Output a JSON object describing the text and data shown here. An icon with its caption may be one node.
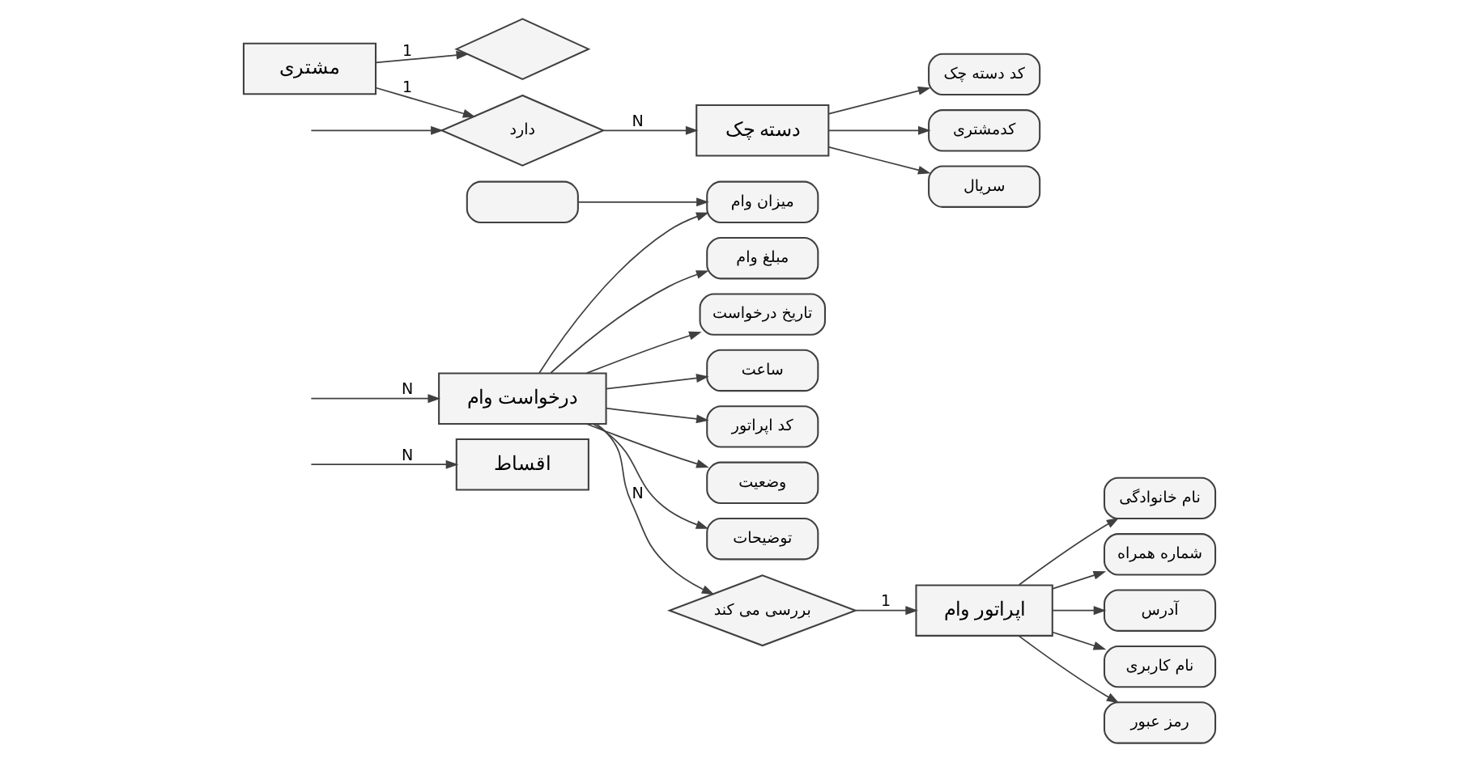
{
  "diagram": {
    "nodes": [
      {
        "text": [
          "اقساط"
        ]
      },
      {
        "text": [],
        "shape": "oval"
      },
      {
        "text": [
          "میزان وام"
        ]
      },
      {
        "text": [
          "مبلغ وام"
        ]
      },
      {
        "text": [
          "تاریخ درخواست"
        ]
      },
      {
        "text": [
          "ساعت"
        ]
      },
      {
        "text": [
          "کد اپراتور"
        ]
      },
      {
        "text": [
          "وضعیت"
        ]
      },
      {
        "text": [
          "توضیحات"
        ]
      },
      {
        "text": [
          "درخواست وام"
        ]
      },
      {
        "text": [
          "بررسی می کند"
        ]
      },
      {
        "text": [
          "نام خانوادگی"
        ]
      },
      {
        "text": [
          "شماره همراه"
        ]
      },
      {
        "text": [
          "آدرس"
        ]
      },
      {
        "text": [
          "نام کاربری"
        ]
      },
      {
        "text": [
          "رمز عبور"
        ]
      },
      {
        "text": [
          "اپراتور وام"
        ]
      },
      {
        "text": [
          "مشتری"
        ]
      },
      {
        "text": [
          "دارد"
        ]
      },
      {
        "text": [
          "کد دسته چک"
        ]
      },
      {
        "text": [
          "کدمشتری"
        ]
      },
      {
        "text": [
          "سریال"
        ]
      },
      {
        "text": [
          "دسته چک"
        ]
      },
      {
        "text": [],
        "shape": "diamond"
      }
    ],
    "edges": [
      {
        "from": 1,
        "to": 2,
        "arrow": "to"
      },
      {
        "from": 9,
        "to": 2,
        "arrow": "to"
      },
      {
        "from": 9,
        "to": 3,
        "arrow": "to"
      },
      {
        "from": 9,
        "to": 4,
        "arrow": "to"
      },
      {
        "from": 9,
        "to": 5,
        "arrow": "to"
      },
      {
        "from": 9,
        "to": 6,
        "arrow": "to"
      },
      {
        "from": 9,
        "to": 7,
        "arrow": "to"
      },
      {
        "from": 9,
        "to": 8,
        "arrow": "to"
      },
      {
        "from": null,
        "to": 0,
        "arrow": "to",
        "label": "N"
      },
      {
        "from": null,
        "to": 9,
        "arrow": "to",
        "label": "N"
      },
      {
        "from": 9,
        "to": 10,
        "arrow": "to",
        "label": "N"
      },
      {
        "from": 10,
        "to": 16,
        "arrow": "to",
        "label": "1"
      },
      {
        "from": 16,
        "to": 11,
        "arrow": "to"
      },
      {
        "from": 16,
        "to": 12,
        "arrow": "to"
      },
      {
        "from": 16,
        "to": 13,
        "arrow": "to"
      },
      {
        "from": 16,
        "to": 14,
        "arrow": "to"
      },
      {
        "from": 16,
        "to": 15,
        "arrow": "to"
      },
      {
        "from": 17,
        "to": 18,
        "arrow": "to",
        "label": "1"
      },
      {
        "from": null,
        "to": 18,
        "arrow": "to"
      },
      {
        "from": 18,
        "to": 22,
        "arrow": "to",
        "label": "N"
      },
      {
        "from": 22,
        "to": 19,
        "arrow": "to"
      },
      {
        "from": 22,
        "to": 20,
        "arrow": "to"
      },
      {
        "from": 22,
        "to": 21,
        "arrow": "to"
      },
      {
        "from": 17,
        "to": 23,
        "arrow": "to",
        "label": "1"
      }
    ]
  }
}
